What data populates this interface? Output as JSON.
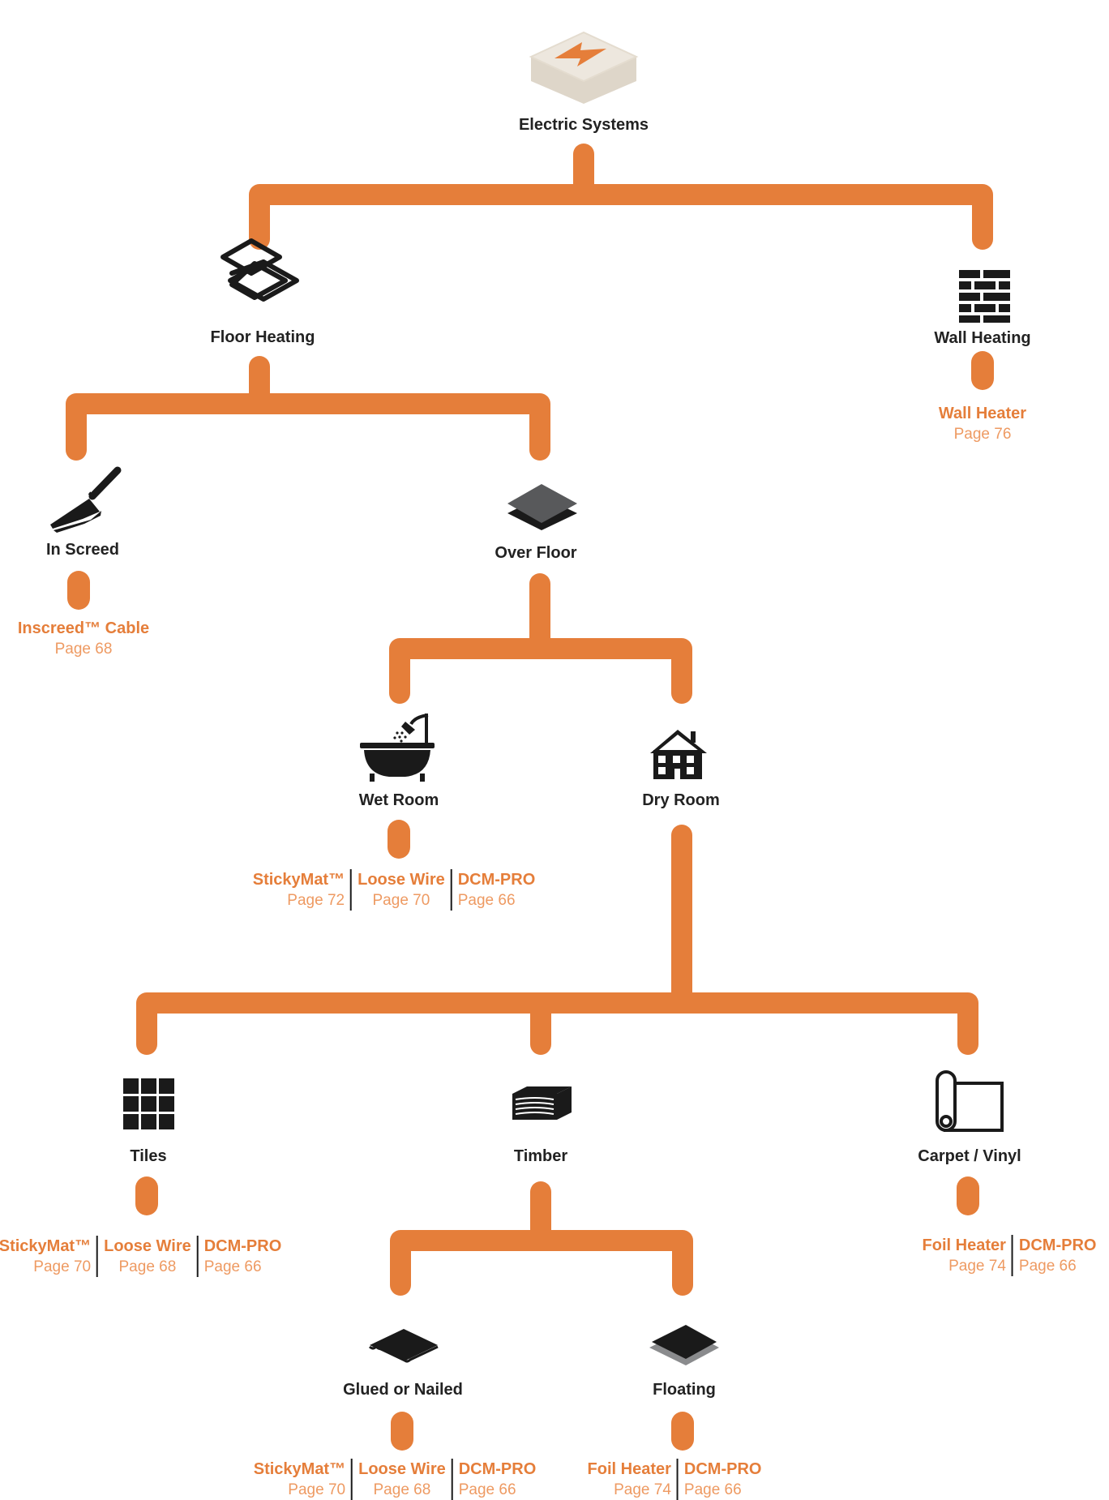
{
  "colors": {
    "accent": "#e57e3a",
    "page_text": "#ee9a62",
    "icon": "#1a1a1a",
    "label": "#222222"
  },
  "nodes": {
    "root": {
      "label": "Electric Systems",
      "icon": "electric-box-icon"
    },
    "floor_heating": {
      "label": "Floor Heating",
      "icon": "floor-layers-icon"
    },
    "wall_heating": {
      "label": "Wall Heating",
      "icon": "brick-wall-icon"
    },
    "in_screed": {
      "label": "In Screed",
      "icon": "trowel-icon"
    },
    "over_floor": {
      "label": "Over Floor",
      "icon": "floor-tile-stack-icon"
    },
    "wet_room": {
      "label": "Wet Room",
      "icon": "bathtub-shower-icon"
    },
    "dry_room": {
      "label": "Dry Room",
      "icon": "house-icon"
    },
    "tiles": {
      "label": "Tiles",
      "icon": "tile-grid-icon"
    },
    "timber": {
      "label": "Timber",
      "icon": "timber-block-icon"
    },
    "carpet_vinyl": {
      "label": "Carpet / Vinyl",
      "icon": "carpet-roll-icon"
    },
    "glued": {
      "label": "Glued or Nailed",
      "icon": "glued-board-icon"
    },
    "floating": {
      "label": "Floating",
      "icon": "floating-board-icon"
    }
  },
  "products": {
    "wall_heating": [
      {
        "name": "Wall Heater",
        "page": "Page 76"
      }
    ],
    "in_screed": [
      {
        "name": "Inscreed™ Cable",
        "page": "Page 68"
      }
    ],
    "wet_room": [
      {
        "name": "StickyMat™",
        "page": "Page 72"
      },
      {
        "name": "Loose Wire",
        "page": "Page 70"
      },
      {
        "name": "DCM-PRO",
        "page": "Page 66"
      }
    ],
    "tiles": [
      {
        "name": "StickyMat™",
        "page": "Page 70"
      },
      {
        "name": "Loose Wire",
        "page": "Page 68"
      },
      {
        "name": "DCM-PRO",
        "page": "Page  66"
      }
    ],
    "carpet_vinyl": [
      {
        "name": "Foil Heater",
        "page": "Page 74"
      },
      {
        "name": "DCM-PRO",
        "page": "Page 66"
      }
    ],
    "glued": [
      {
        "name": "StickyMat™",
        "page": "Page 70"
      },
      {
        "name": "Loose Wire",
        "page": "Page 68"
      },
      {
        "name": "DCM-PRO",
        "page": "Page 66"
      }
    ],
    "floating": [
      {
        "name": "Foil Heater",
        "page": "Page 74"
      },
      {
        "name": "DCM-PRO",
        "page": "Page 66"
      }
    ]
  }
}
